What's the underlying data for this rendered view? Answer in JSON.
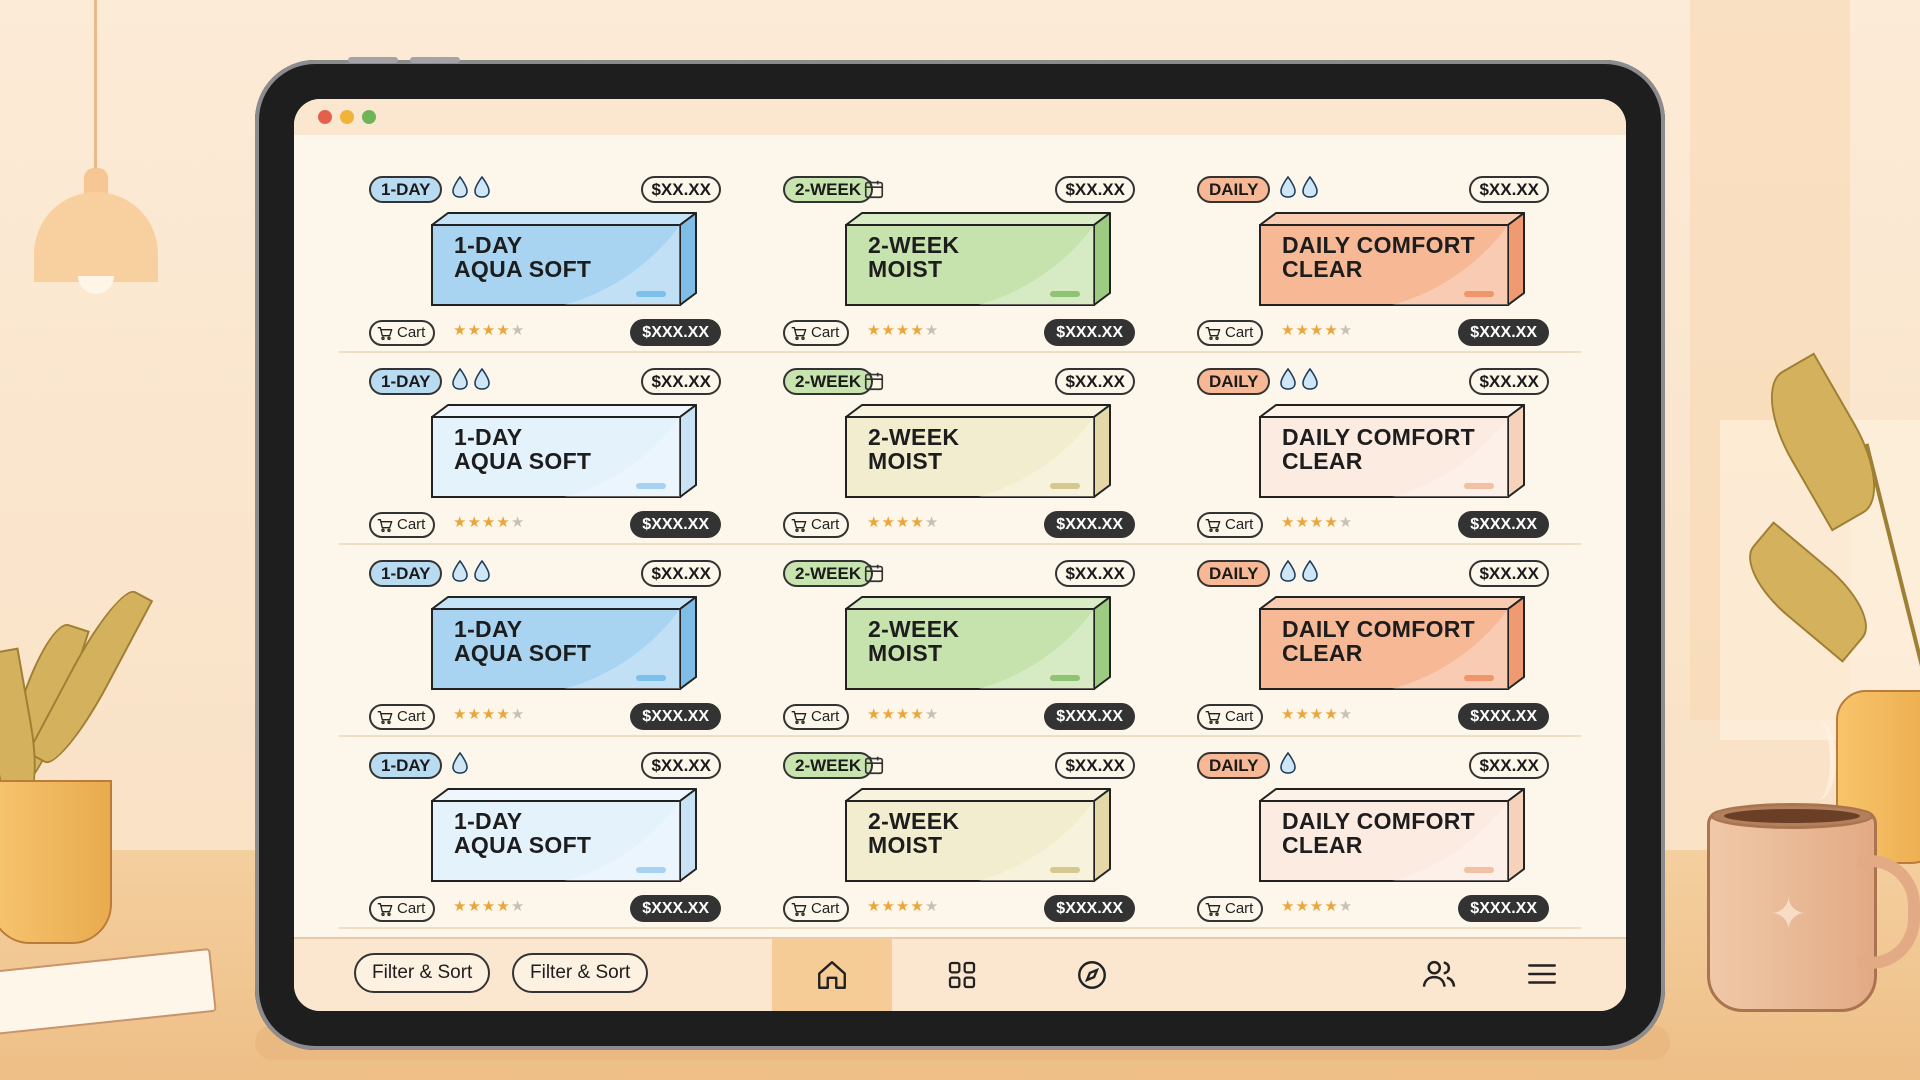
{
  "app": {
    "colors": {
      "aqua": "#a9d4f1",
      "aqua_dark": "#6fb3e1",
      "green": "#c6e2ad",
      "green_dark": "#94c77a",
      "orange": "#f7b895",
      "orange_dark": "#ef9469",
      "pale_aqua": "#e2f1fc",
      "pale_cream": "#f3eccd",
      "pale_peach": "#fbe7dc"
    }
  },
  "products": {
    "cart_label": "Cart",
    "rows": [
      {
        "cards": [
          {
            "badge": "1-DAY",
            "badge_color": "#b9dbf2",
            "icon": "water-drops",
            "drops": 2,
            "price_top": "$XX.XX",
            "title_line1": "1-DAY",
            "title_line2": "AQUA SOFT",
            "tone": "aqua",
            "rating": 4,
            "price_bottom": "$XXX.XX"
          },
          {
            "badge": "2-WEEK",
            "badge_color": "#c7e4ae",
            "icon": "calendar",
            "drops": 0,
            "price_top": "$XX.XX",
            "title_line1": "2-WEEK",
            "title_line2": "MOIST",
            "tone": "green",
            "rating": 4,
            "price_bottom": "$XXX.XX"
          },
          {
            "badge": "DAILY",
            "badge_color": "#f7b895",
            "icon": "water-drops",
            "drops": 2,
            "price_top": "$XX.XX",
            "title_line1": "DAILY COMFORT",
            "title_line2": "CLEAR",
            "tone": "orange",
            "rating": 4,
            "price_bottom": "$XXX.XX"
          }
        ]
      },
      {
        "cards": [
          {
            "badge": "1-DAY",
            "badge_color": "#b9dbf2",
            "icon": "water-drops",
            "drops": 2,
            "price_top": "$XX.XX",
            "title_line1": "1-DAY",
            "title_line2": "AQUA SOFT",
            "tone": "pale_aqua",
            "rating": 4,
            "price_bottom": "$XXX.XX"
          },
          {
            "badge": "2-WEEK",
            "badge_color": "#c7e4ae",
            "icon": "calendar",
            "drops": 0,
            "price_top": "$XX.XX",
            "title_line1": "2-WEEK",
            "title_line2": "MOIST",
            "tone": "pale_cream",
            "rating": 4,
            "price_bottom": "$XXX.XX"
          },
          {
            "badge": "DAILY",
            "badge_color": "#f7b895",
            "icon": "water-drops",
            "drops": 2,
            "price_top": "$XX.XX",
            "title_line1": "DAILY COMFORT",
            "title_line2": "CLEAR",
            "tone": "pale_peach",
            "rating": 4,
            "price_bottom": "$XXX.XX"
          }
        ]
      },
      {
        "cards": [
          {
            "badge": "1-DAY",
            "badge_color": "#b9dbf2",
            "icon": "water-drops",
            "drops": 2,
            "price_top": "$XX.XX",
            "title_line1": "1-DAY",
            "title_line2": "AQUA SOFT",
            "tone": "aqua",
            "rating": 4,
            "price_bottom": "$XXX.XX"
          },
          {
            "badge": "2-WEEK",
            "badge_color": "#c7e4ae",
            "icon": "calendar",
            "drops": 0,
            "price_top": "$XX.XX",
            "title_line1": "2-WEEK",
            "title_line2": "MOIST",
            "tone": "green",
            "rating": 4,
            "price_bottom": "$XXX.XX"
          },
          {
            "badge": "DAILY",
            "badge_color": "#f7b895",
            "icon": "water-drops",
            "drops": 2,
            "price_top": "$XX.XX",
            "title_line1": "DAILY COMFORT",
            "title_line2": "CLEAR",
            "tone": "orange",
            "rating": 4,
            "price_bottom": "$XXX.XX"
          }
        ]
      },
      {
        "cards": [
          {
            "badge": "1-DAY",
            "badge_color": "#b9dbf2",
            "icon": "water-drops",
            "drops": 1,
            "price_top": "$XX.XX",
            "title_line1": "1-DAY",
            "title_line2": "AQUA SOFT",
            "tone": "pale_aqua",
            "rating": 4,
            "price_bottom": "$XXX.XX"
          },
          {
            "badge": "2-WEEK",
            "badge_color": "#c7e4ae",
            "icon": "calendar",
            "drops": 0,
            "price_top": "$XX.XX",
            "title_line1": "2-WEEK",
            "title_line2": "MOIST",
            "tone": "pale_cream",
            "rating": 4,
            "price_bottom": "$XXX.XX"
          },
          {
            "badge": "DAILY",
            "badge_color": "#f7b895",
            "icon": "water-drops",
            "drops": 1,
            "price_top": "$XX.XX",
            "title_line1": "DAILY COMFORT",
            "title_line2": "CLEAR",
            "tone": "pale_peach",
            "rating": 4,
            "price_bottom": "$XXX.XX"
          }
        ]
      }
    ]
  },
  "bottom_bar": {
    "filter_buttons": [
      "Filter & Sort",
      "Filter & Sort"
    ],
    "nav_icons": [
      "home-icon",
      "grid-icon",
      "compass-icon"
    ],
    "active_nav": "home-icon",
    "right_icons": [
      "users-icon",
      "menu-icon"
    ]
  }
}
